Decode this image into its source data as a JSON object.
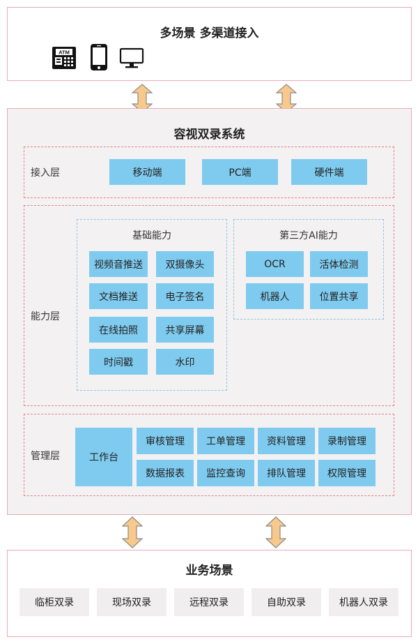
{
  "top_panel": {
    "title": "多场景 多渠道接入",
    "icons": [
      "atm-icon",
      "mobile-phone-icon",
      "desktop-monitor-icon"
    ],
    "atm_text": "ATM"
  },
  "system": {
    "title": "容视双录系统",
    "access_layer": {
      "label": "接入层",
      "items": [
        "移动端",
        "PC端",
        "硬件端"
      ]
    },
    "capability_layer": {
      "label": "能力层",
      "basic": {
        "title": "基础能力",
        "items": [
          "视频音推送",
          "双摄像头",
          "文档推送",
          "电子签名",
          "在线拍照",
          "共享屏幕",
          "时间戳",
          "水印"
        ]
      },
      "third_party": {
        "title": "第三方AI能力",
        "items": [
          "OCR",
          "活体检测",
          "机器人",
          "位置共享"
        ]
      }
    },
    "management_layer": {
      "label": "管理层",
      "workbench": "工作台",
      "items": [
        "审核管理",
        "工单管理",
        "资料管理",
        "录制管理",
        "数据报表",
        "监控查询",
        "排队管理",
        "权限管理"
      ]
    }
  },
  "business": {
    "title": "业务场景",
    "items": [
      "临柜双录",
      "现场双录",
      "远程双录",
      "自助双录",
      "机器人双录"
    ]
  },
  "colors": {
    "box_blue": "#7fcbef",
    "panel_border": "#e8aab5",
    "dash_red": "#e57f91",
    "dash_blue": "#8fc5e6",
    "arrow_fill": "#f8c98a",
    "arrow_stroke": "#8a8a8a"
  }
}
